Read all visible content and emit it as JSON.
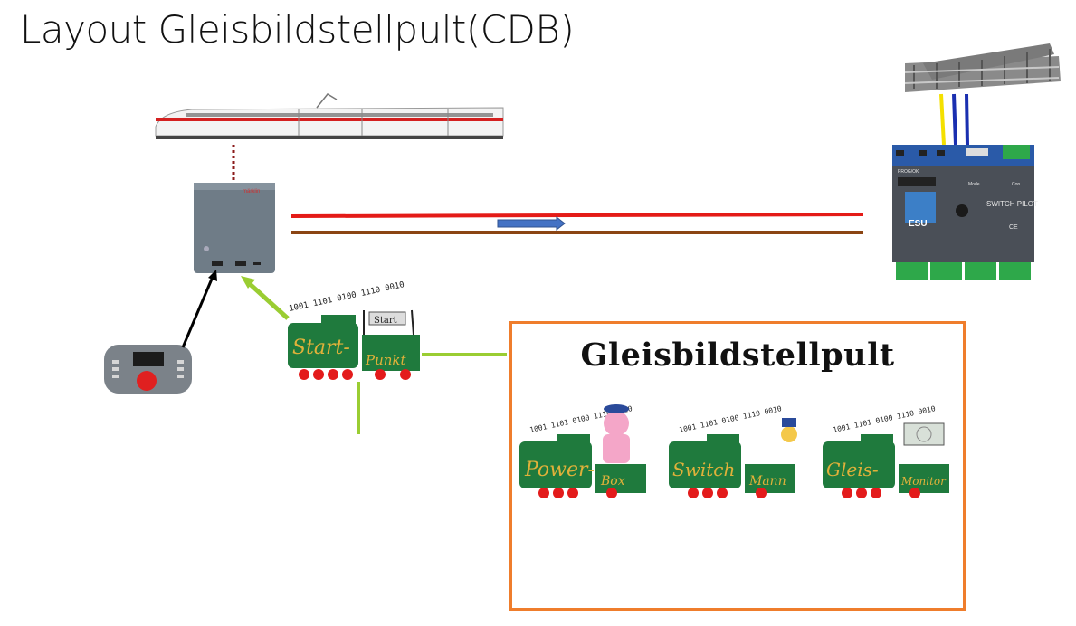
{
  "page": {
    "title": "Layout Gleisbildstellpult(CDB)"
  },
  "panel": {
    "title": "Gleisbildstellpult"
  },
  "logos": {
    "start_punkt": {
      "top": "Start",
      "left": "Start-",
      "right": "Punkt",
      "bits": "1001 1101 0100 1110 0010"
    },
    "power_box": {
      "left": "Power-",
      "right": "Box",
      "bits": "1001 1101 0100 1110 0010"
    },
    "switch_mann": {
      "left": "Switch",
      "right": "Mann",
      "bits": "1001 1101 0100 1110 0010"
    },
    "gleis_monitor": {
      "left": "Gleis-",
      "right": "Monitor",
      "bits": "1001 1101 0100 1110 0010"
    }
  },
  "devices": {
    "central": {
      "brand": "märklin"
    },
    "decoder": {
      "brand": "ESU",
      "product": "SWITCH PILOT",
      "prog": "PROG/OK",
      "mode": "Mode",
      "con": "Con",
      "ce": "CE"
    }
  },
  "colors": {
    "rail_red": "#e41b17",
    "rail_brown": "#8b4513",
    "link_green": "#9acd32",
    "box_border": "#ef7d2c",
    "arrow_blue": "#4472c4"
  }
}
